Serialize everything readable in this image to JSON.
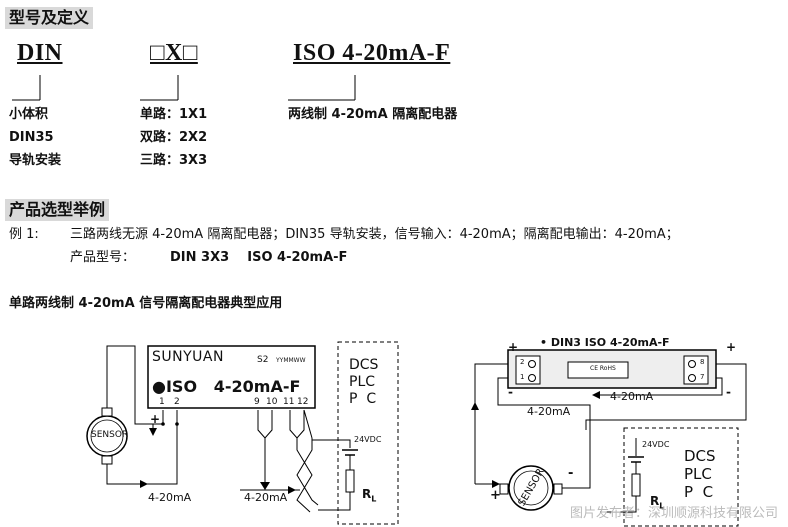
{
  "section1": {
    "title": "型号及定义",
    "model": {
      "part1": "DIN",
      "part2": "□X□",
      "part3": "ISO 4-20mA-F"
    },
    "def1": [
      "小体积",
      "DIN35",
      "导轨安装"
    ],
    "def2": [
      "单路：1X1",
      "双路：2X2",
      "三路：3X3"
    ],
    "def3": "两线制 4-20mA 隔离配电器"
  },
  "section2": {
    "title": "产品选型举例",
    "example_label": "例 1:",
    "example_text": "三路两线无源 4-20mA 隔离配电器；DIN35 导轨安装，信号输入：4-20mA；隔离配电输出：4-20mA；",
    "model_label": "产品型号：",
    "model_value": "DIN 3X3    ISO 4-20mA-F"
  },
  "section3": {
    "title": "单路两线制 4-20mA 信号隔离配电器典型应用"
  },
  "diagram_left": {
    "brand": "SUNYUAN",
    "model_code": "S2",
    "date_code": "YYMMWW",
    "product": "ISO   4-20mA-F",
    "term_left": [
      "1",
      "2"
    ],
    "term_right": [
      "9",
      "10",
      "11",
      "12"
    ],
    "sensor": "SENSOR",
    "current_in": "4-20mA",
    "current_out": "4-20mA",
    "supply": "24VDC",
    "load": "R",
    "load_sub": "L",
    "dcs": [
      "DCS",
      "PLC",
      "P  C"
    ],
    "plus": "+",
    "minus": "-"
  },
  "diagram_right": {
    "module": "• DIN3 ISO 4-20mA-F",
    "term_left": [
      "2",
      "1"
    ],
    "term_right": [
      "8",
      "7"
    ],
    "current_top": "4-20mA",
    "current_left": "4-20mA",
    "sensor": "SENSOR",
    "supply": "24VDC",
    "load": "R",
    "load_sub": "L",
    "dcs": [
      "DCS",
      "PLC",
      "P  C"
    ],
    "plus": "+",
    "minus": "-",
    "ce_mark": "CE RoHS"
  },
  "watermark": "图片发布者：深圳顺源科技有限公司"
}
